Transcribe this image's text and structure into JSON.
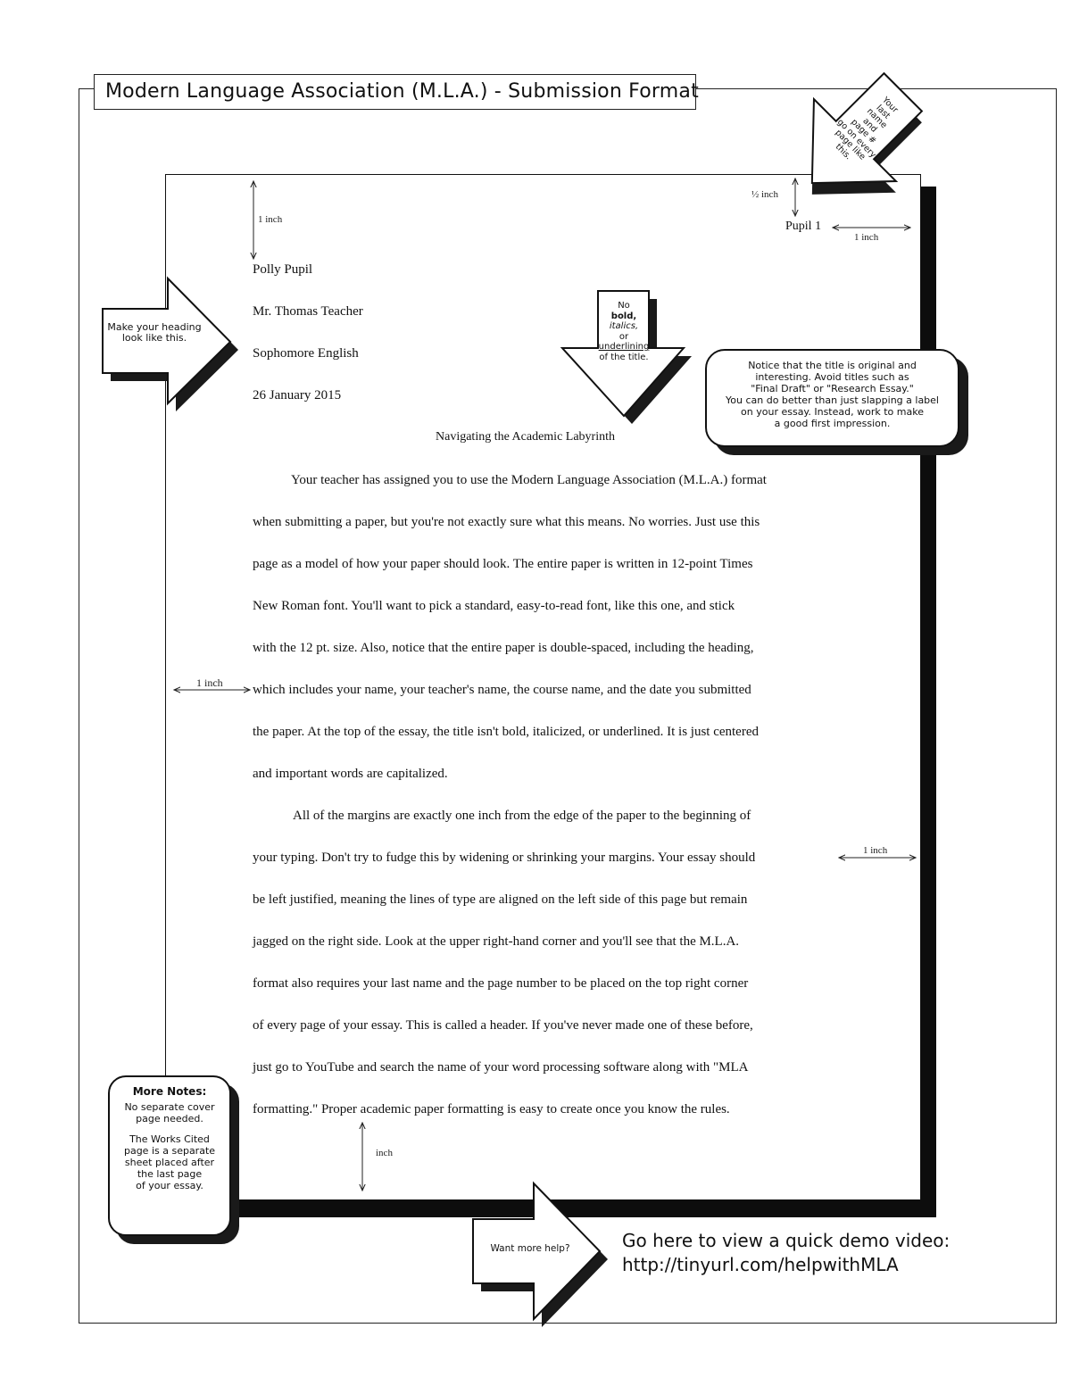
{
  "header": {
    "title": "Modern Language Association (M.L.A.) - Submission Format"
  },
  "paper": {
    "running_head": "Pupil 1",
    "heading": [
      "Polly Pupil",
      "Mr. Thomas Teacher",
      "Sophomore English",
      "26 January 2015"
    ],
    "title": "Navigating the Academic Labyrinth",
    "body_lines": [
      "Your teacher has assigned you to use the Modern Language Association (M.L.A.) format",
      "when submitting a paper, but you're not exactly sure what this means. No worries. Just use this",
      "page as a model of how your paper should look. The entire paper is written in 12-point Times",
      "New Roman font. You'll want to pick a standard, easy-to-read font, like this one, and stick",
      "with the 12 pt. size. Also, notice that the entire paper is double-spaced, including the heading,",
      "which includes your name, your teacher's name, the course name, and the date you submitted",
      "the paper. At the top of the essay, the title isn't bold, italicized, or underlined. It is just centered",
      "and important words are capitalized.",
      "All of the margins are exactly one inch from the edge of the paper to the beginning of",
      "your typing. Don't try to fudge this by widening or shrinking your margins. Your essay should",
      "be left justified, meaning the lines of type are aligned on the left side of this page but remain",
      "jagged on the right side. Look at the upper right-hand corner and you'll see that the M.L.A.",
      "format also requires your last name and the page number to be placed on the top right corner",
      "of every page of your essay. This is called a header. If you've never made one of these before,",
      "just go to YouTube and search the name of your word processing software along with \"MLA",
      "formatting.\" Proper academic paper formatting is easy to create once you know the rules."
    ]
  },
  "annotations": {
    "heading_arrow": [
      "Make your heading",
      "look like this."
    ],
    "title_arrow": [
      "No",
      "bold,",
      "italics,",
      "or",
      "underlining",
      "of the title."
    ],
    "header_arrow": [
      "Your",
      "last",
      "name",
      "and",
      "page #",
      "go on every",
      "page like",
      "this."
    ],
    "title_note": [
      "Notice that the title is original and",
      "interesting. Avoid titles such as",
      "\"Final Draft\" or \"Research Essay.\"",
      "You can do better than just slapping a label",
      "on your essay. Instead, work to make",
      "a good first impression."
    ],
    "more_notes": {
      "title": "More Notes:",
      "paragraphs": [
        [
          "No separate cover",
          "page needed."
        ],
        [
          "The Works Cited",
          "page is a separate",
          "sheet placed after",
          "the last page",
          "of your essay."
        ]
      ]
    },
    "help_arrow": "Want more help?",
    "help_text": [
      "Go here to view a quick demo video:",
      "http://tinyurl.com/helpwithMLA"
    ],
    "measure_half_inch": "½ inch",
    "measure_one_inch": "1 inch",
    "measure_top": "1 inch",
    "measure_bottom": "inch",
    "measure_right_header": "1 inch",
    "measure_right_body": "1 inch"
  }
}
